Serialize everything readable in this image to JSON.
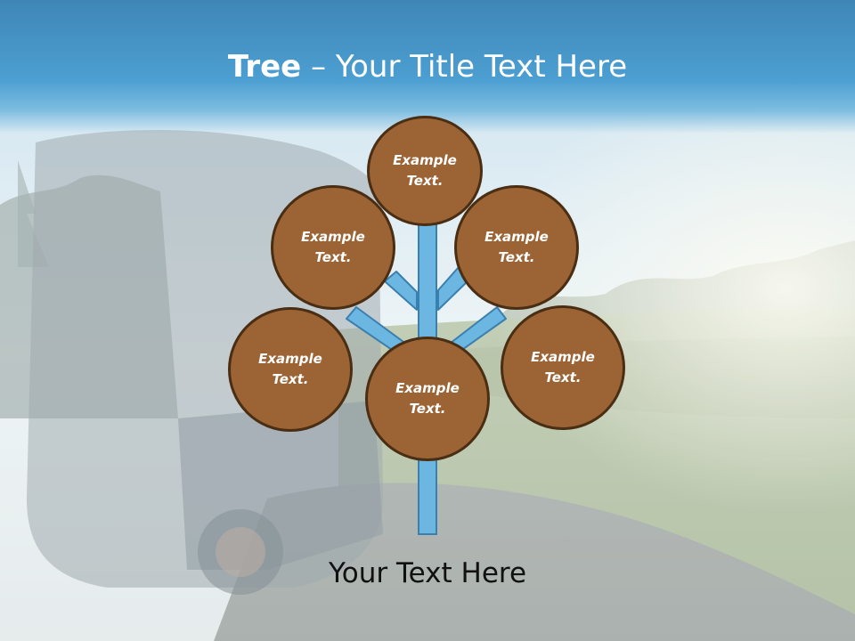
{
  "title": {
    "bold": "Tree",
    "separator": " – ",
    "rest": "Your Title Text Here"
  },
  "nodes": [
    {
      "line1": "Example",
      "line2": "Text."
    },
    {
      "line1": "Example",
      "line2": "Text."
    },
    {
      "line1": "Example",
      "line2": "Text."
    },
    {
      "line1": "Example",
      "line2": "Text."
    },
    {
      "line1": "Example",
      "line2": "Text."
    },
    {
      "line1": "Example",
      "line2": "Text."
    }
  ],
  "caption": "Your Text Here",
  "colors": {
    "title_band": "#4c9fd2",
    "node_fill": "#9c6434",
    "node_border": "#4a2e14",
    "branch_fill": "#6cb6e2",
    "branch_stroke": "#3b7fae"
  }
}
